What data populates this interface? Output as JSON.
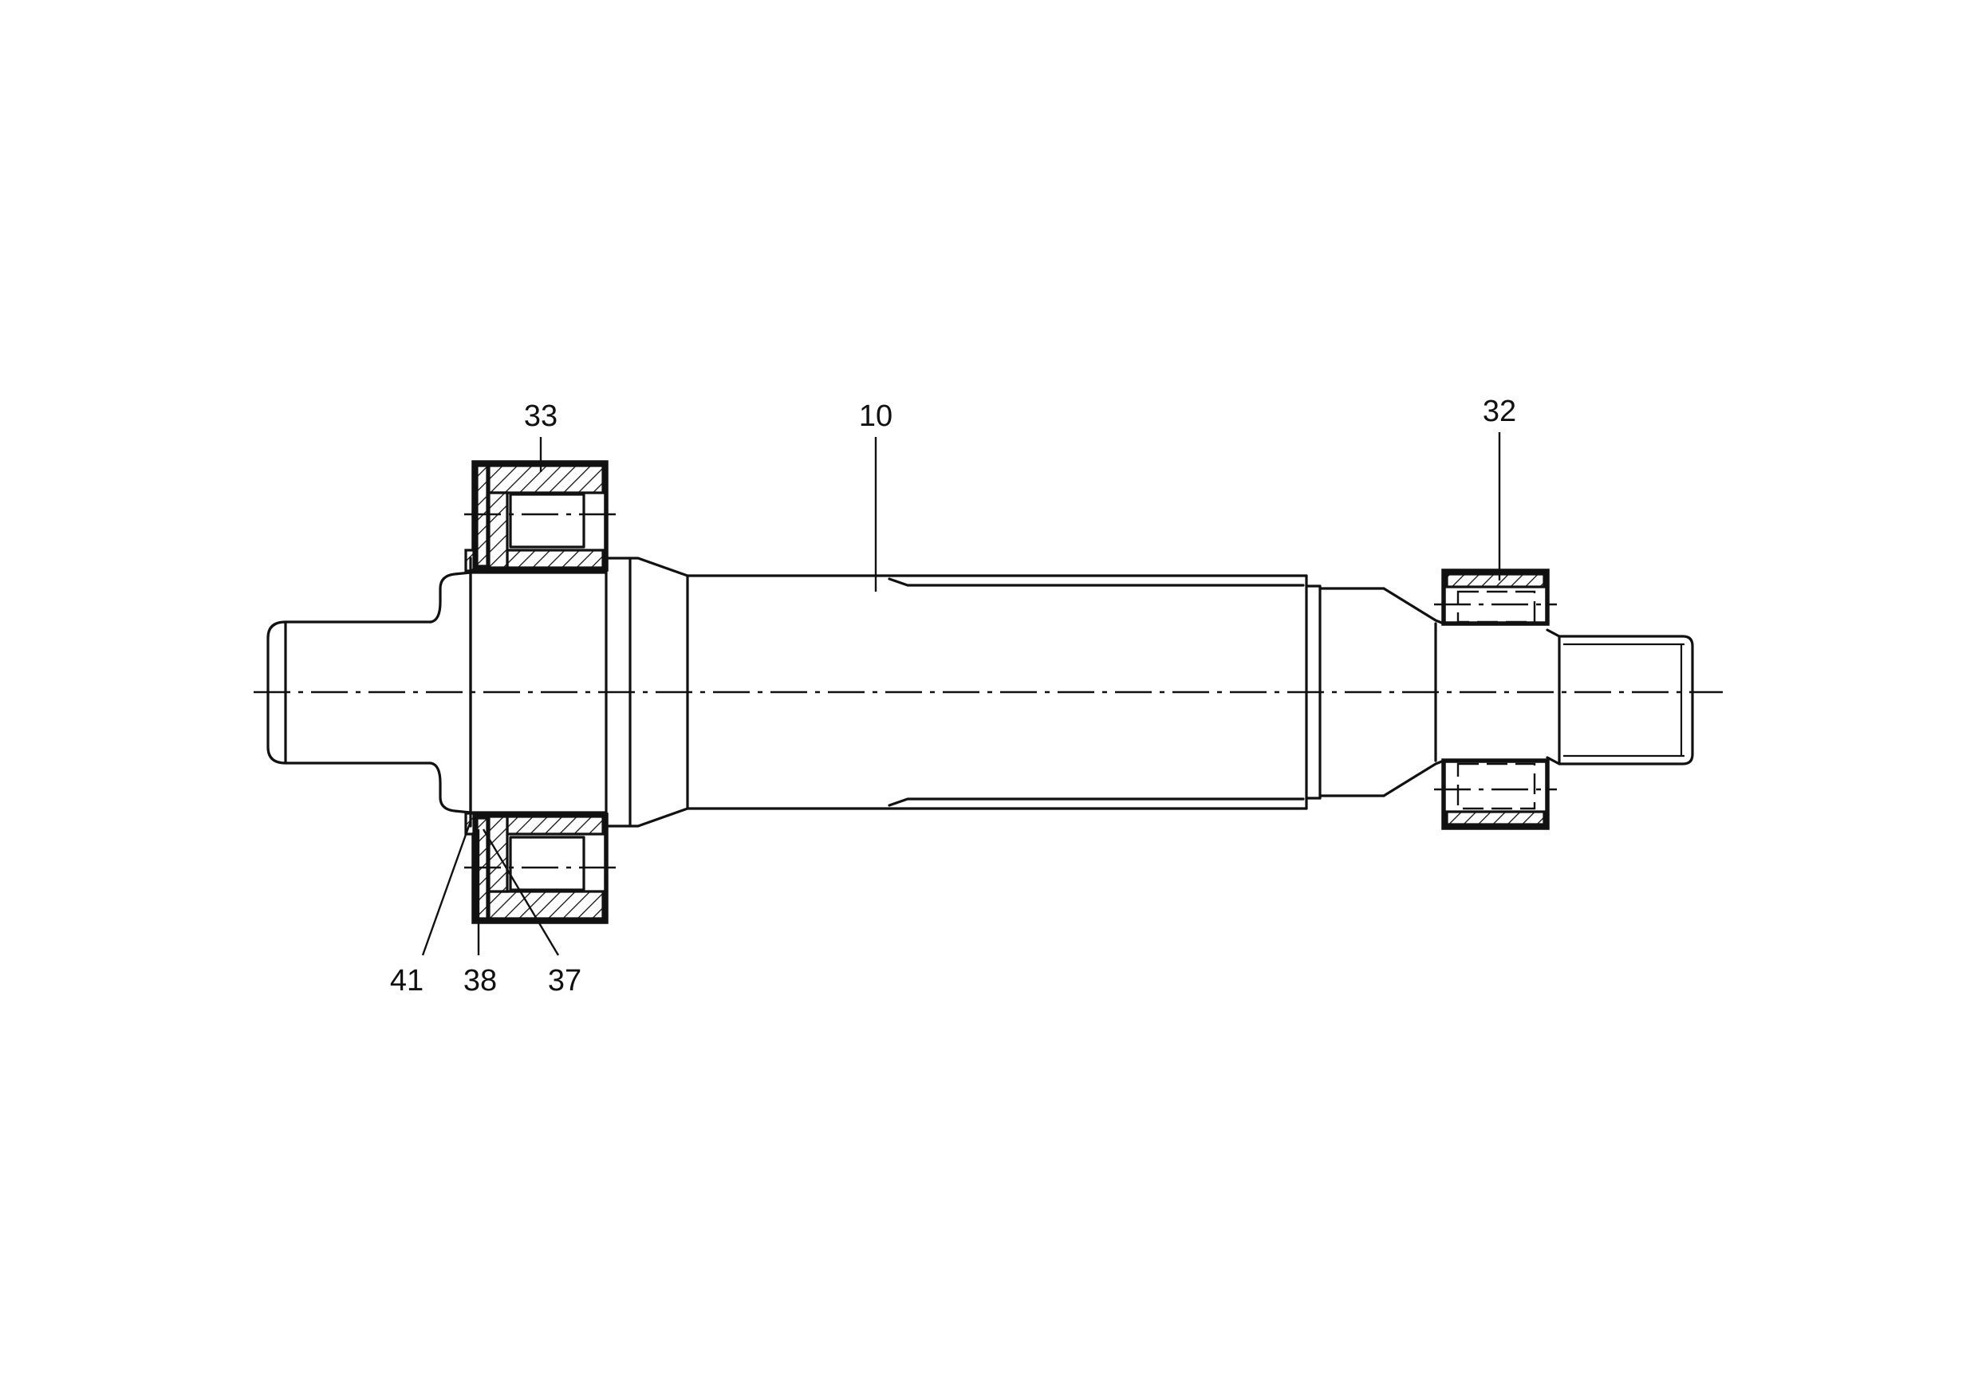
{
  "callouts": {
    "c10": "10",
    "c32": "32",
    "c33": "33",
    "c37": "37",
    "c38": "38",
    "c41": "41"
  },
  "colors": {
    "ink": "#111111",
    "paper": "#ffffff"
  }
}
